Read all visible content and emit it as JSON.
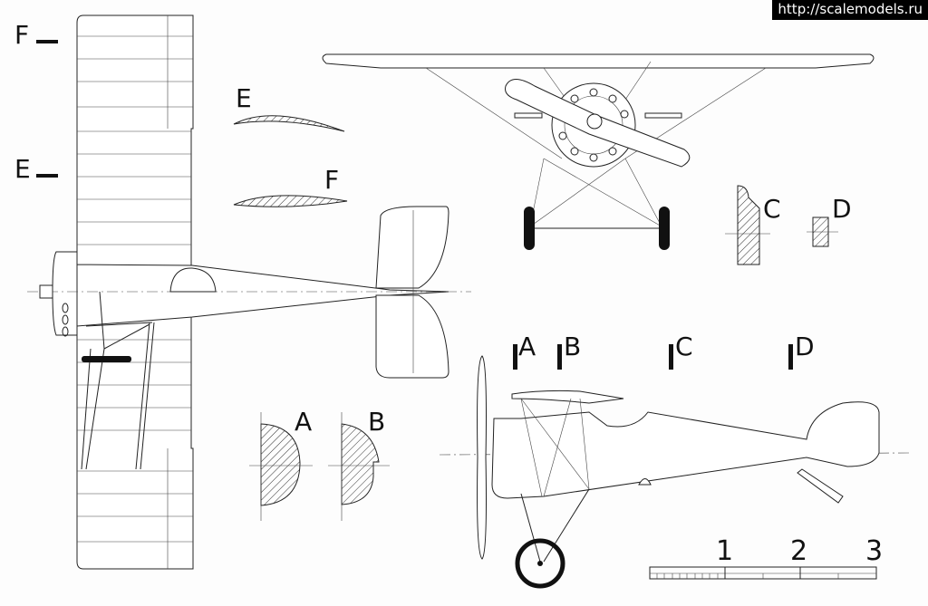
{
  "watermark": "http://scalemodels.ru",
  "section_markers_left": {
    "f": "F",
    "e": "E"
  },
  "airfoil_labels": {
    "e": "E",
    "f": "F"
  },
  "section_labels": {
    "a": "A",
    "b": "B",
    "c": "C",
    "d": "D"
  },
  "station_markers": [
    {
      "label": "A"
    },
    {
      "label": "B"
    },
    {
      "label": "C"
    },
    {
      "label": "D"
    }
  ],
  "scale_bar": {
    "labels": [
      "1",
      "2",
      "3"
    ]
  }
}
